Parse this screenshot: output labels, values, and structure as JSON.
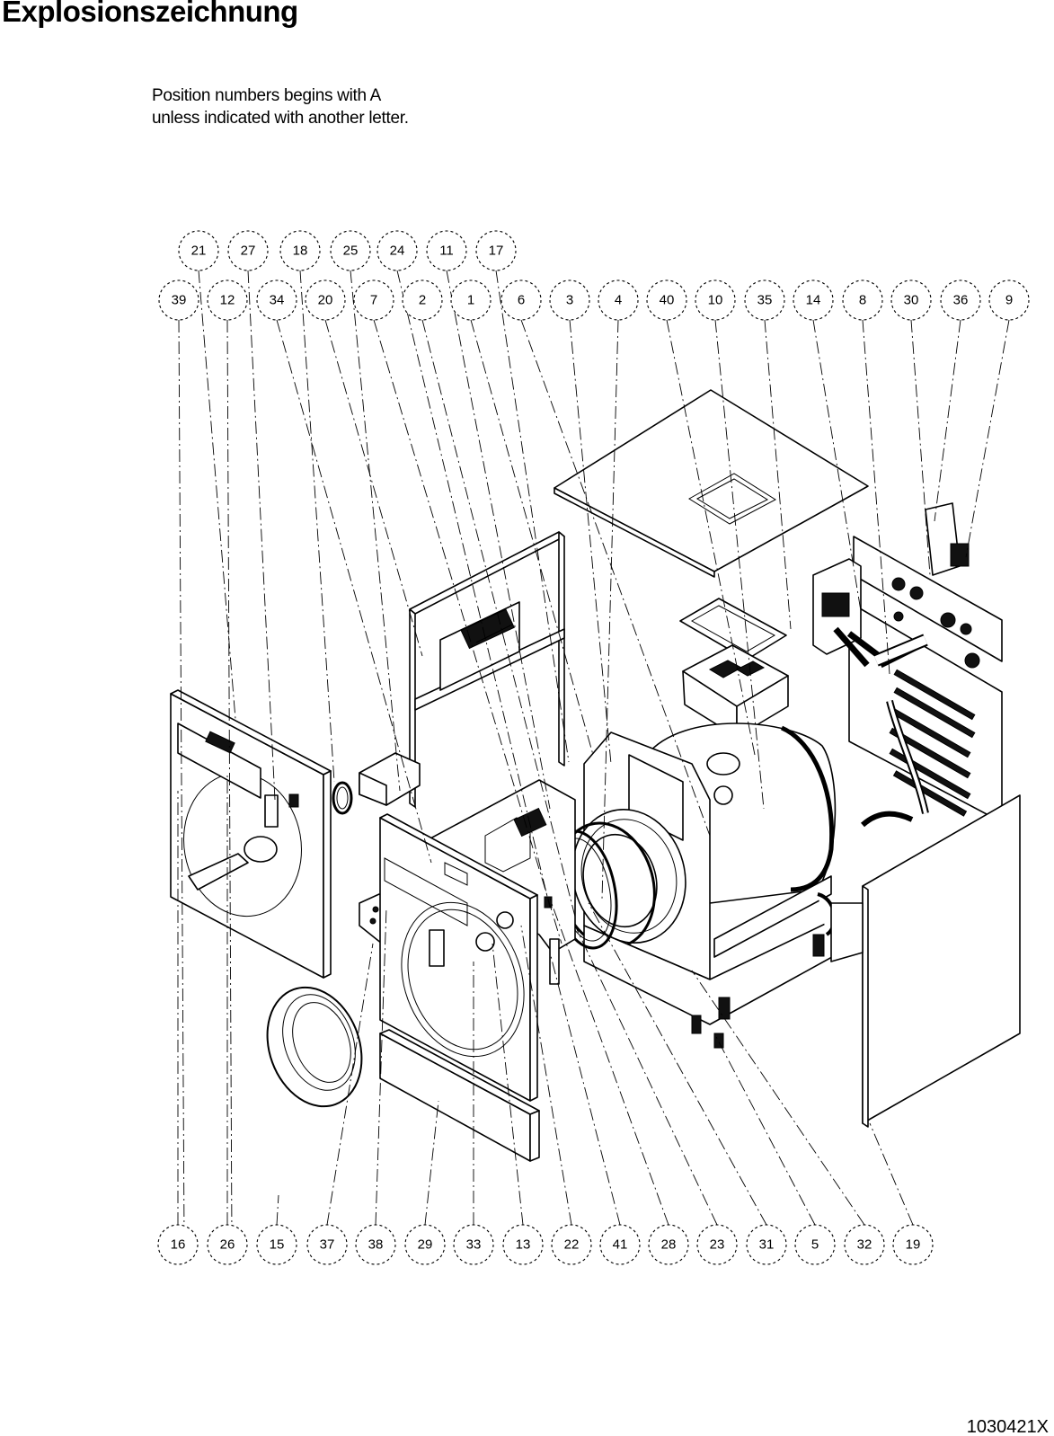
{
  "title": "Explosionszeichnung",
  "note": {
    "line1": "Position numbers begins with A",
    "line2": "unless indicated with another letter."
  },
  "document_number": "1030421X",
  "callouts": {
    "row1": [
      "21",
      "27",
      "18",
      "25",
      "24",
      "11",
      "17"
    ],
    "row2": [
      "39",
      "12",
      "34",
      "20",
      "7",
      "2",
      "1",
      "6",
      "3",
      "4",
      "40",
      "10",
      "35",
      "14",
      "8",
      "30",
      "36",
      "9"
    ],
    "row3": [
      "16",
      "26",
      "15",
      "37",
      "38",
      "29",
      "33",
      "13",
      "22",
      "41",
      "28",
      "23",
      "31",
      "5",
      "32",
      "19"
    ]
  }
}
